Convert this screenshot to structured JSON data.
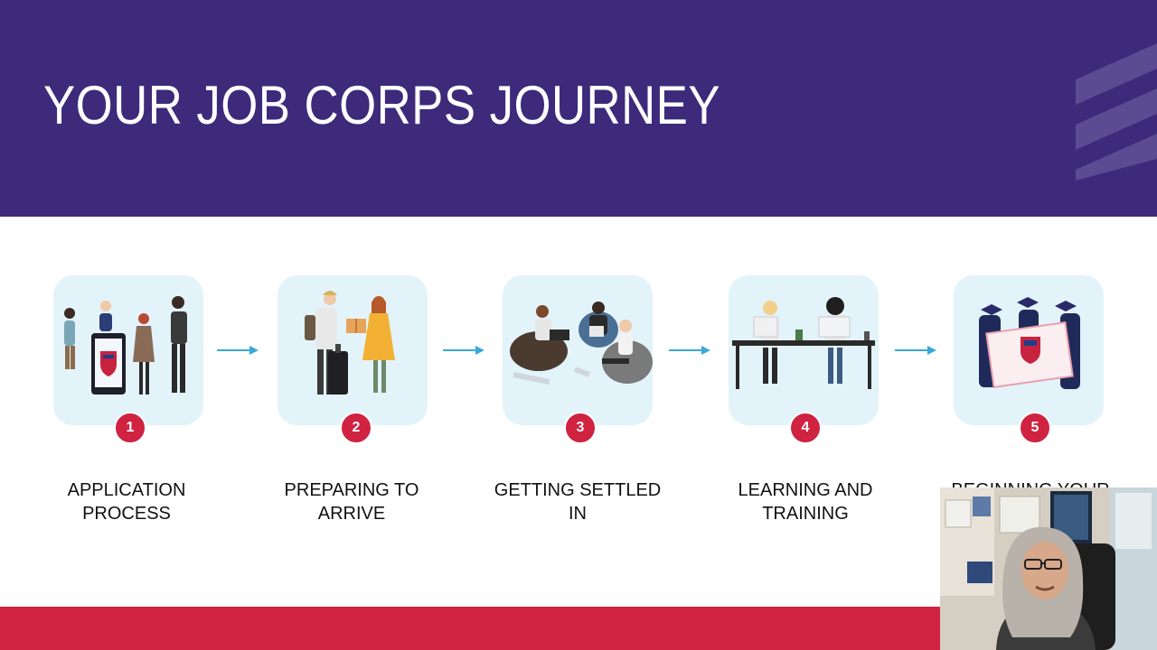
{
  "slide": {
    "title": "YOUR JOB CORPS JOURNEY",
    "colors": {
      "header": "#3d2a7a",
      "accent": "#cf2341",
      "card": "#e3f3fa",
      "arrow": "#3aa8d8"
    }
  },
  "steps": [
    {
      "number": "1",
      "label": "APPLICATION PROCESS",
      "icon": "people-with-tablet-icon"
    },
    {
      "number": "2",
      "label": "PREPARING TO ARRIVE",
      "icon": "luggage-handoff-icon"
    },
    {
      "number": "3",
      "label": "GETTING SETTLED IN",
      "icon": "beanbag-group-icon"
    },
    {
      "number": "4",
      "label": "LEARNING AND TRAINING",
      "icon": "desk-workstation-icon"
    },
    {
      "number": "5",
      "label": "BEGINNING YOUR",
      "icon": "graduates-certificate-icon"
    }
  ],
  "webcam": {
    "icon": "presenter-video-icon"
  }
}
